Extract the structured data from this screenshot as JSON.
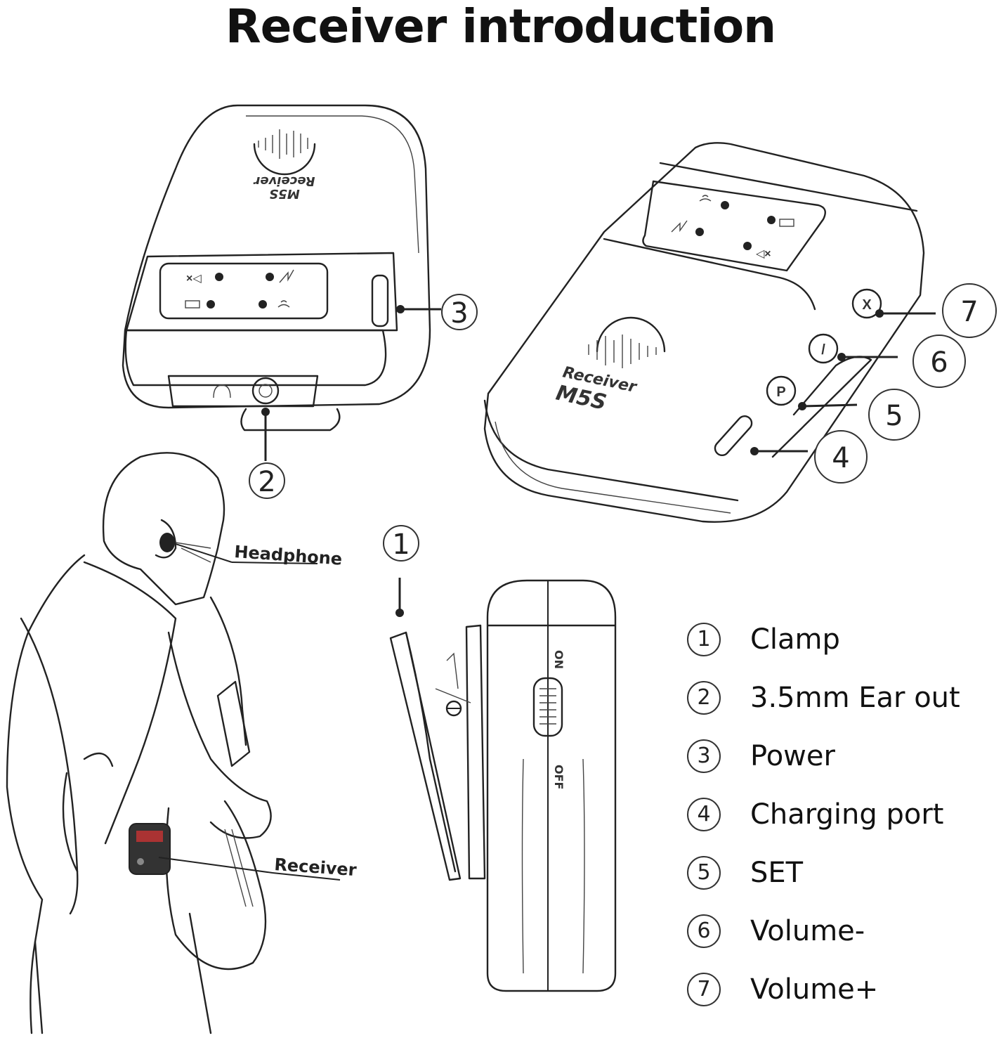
{
  "title": "Receiver introduction",
  "device": {
    "brand_label": "Receiver",
    "model_label": "M5S",
    "switch_on": "ON",
    "switch_off": "OFF",
    "button_set": "P",
    "button_volume_down": "/",
    "button_volume_up": "X"
  },
  "callouts": [
    "1",
    "2",
    "3",
    "4",
    "5",
    "6",
    "7"
  ],
  "illustration_labels": {
    "headphone": "Headphone",
    "receiver": "Receiver"
  },
  "legend": [
    {
      "num": "1",
      "label": "Clamp"
    },
    {
      "num": "2",
      "label": "3.5mm Ear out"
    },
    {
      "num": "3",
      "label": "Power"
    },
    {
      "num": "4",
      "label": "Charging port"
    },
    {
      "num": "5",
      "label": "SET"
    },
    {
      "num": "6",
      "label": "Volume-"
    },
    {
      "num": "7",
      "label": "Volume+"
    }
  ]
}
